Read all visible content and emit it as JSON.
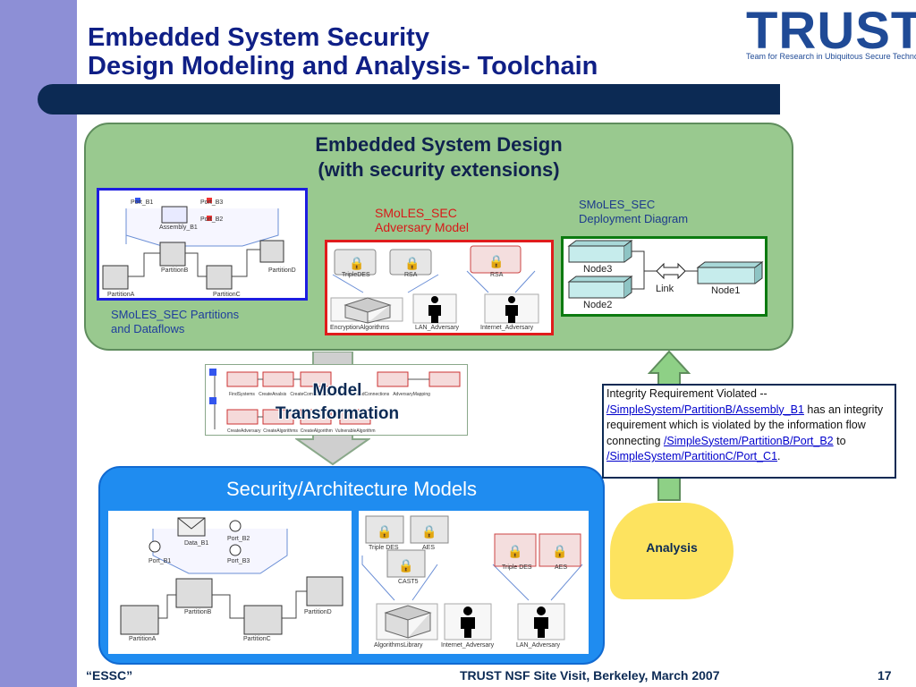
{
  "slide": {
    "title_line1": "Embedded System Security",
    "title_line2": "Design Modeling and Analysis- Toolchain",
    "logo": {
      "word": "TRUST",
      "tagline": "Team for Research in Ubiquitous Secure Technology"
    },
    "design": {
      "title_line1": "Embedded System Design",
      "title_line2": "(with security extensions)",
      "partitions_label_line1": "SMoLES_SEC Partitions",
      "partitions_label_line2": "and Dataflows",
      "adversary_label_line1": "SMoLES_SEC",
      "adversary_label_line2": "Adversary Model",
      "deployment_label_line1": "SMoLES_SEC",
      "deployment_label_line2": "Deployment Diagram"
    },
    "partitions_diagram": {
      "port_b1": "Port_B1",
      "port_b3": "Port_B3",
      "port_b2": "Port_B2",
      "assembly": "Assembly_B1",
      "partitionB": "PartitionB",
      "partitionD": "PartitionD",
      "partitionA": "PartitionA",
      "partitionC": "PartitionC"
    },
    "adversary_diagram": {
      "tripledes": "TripleDES",
      "rsa": "RSA",
      "rsa2": "RSA",
      "enc": "EncryptionAlgorithms",
      "lan": "LAN_Adversary",
      "internet": "Internet_Adversary"
    },
    "deployment_diagram": {
      "node3": "Node3",
      "node2": "Node2",
      "node1": "Node1",
      "link": "Link"
    },
    "transformation": {
      "line1": "Model",
      "line2": "Transformation",
      "steps_row1": [
        "FindSystems",
        "CreateAnalsis",
        "CreateComponents",
        "CreatePortsAndConnections",
        "AdversaryMapping"
      ],
      "steps_row2": [
        "CreateAdversary",
        "CreateAlgorithms",
        "CreateAlgorithm",
        "VulnerableAlgorithm"
      ]
    },
    "architecture": {
      "title": "Security/Architecture Models",
      "data_b1": "Data_B1",
      "port_b2": "Port_B2",
      "port_b1": "Port_B1",
      "port_b3": "Port_B3",
      "partitionB": "PartitionB",
      "partitionD": "PartitionD",
      "partitionA": "PartitionA",
      "partitionC": "PartitionC",
      "tripledes": "Triple DES",
      "aes": "AES",
      "cast5": "CAST5",
      "tripledes2": "Triple DES",
      "aes2": "AES",
      "alglib": "AlgorithmsLibrary",
      "internet": "Internet_Adversary",
      "lan": "LAN_Adversary"
    },
    "analysis": {
      "label": "Analysis"
    },
    "info": {
      "t1": "Integrity Requirement Violated --",
      "link1": "/SimpleSystem/PartitionB/Assembly_B1",
      "t2": " has an integrity requirement which is violated by the information flow connecting",
      "link2": "/SimpleSystem/PartitionB/Port_B2",
      "t3": " to",
      "link3": "/SimpleSystem/PartitionC/Port_C1",
      "t4": "."
    },
    "footer": {
      "left": "“ESSC”",
      "center": "TRUST NSF Site Visit, Berkeley, March 2007",
      "page": "17"
    },
    "colors": {
      "navy": "#0c2a54",
      "green_panel": "#99c98f",
      "blue_panel": "#1f8cf0",
      "analysis": "#fde35f"
    }
  }
}
